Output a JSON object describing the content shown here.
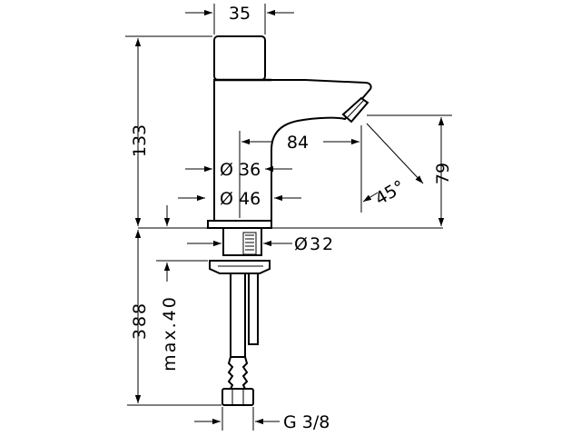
{
  "drawing": {
    "dimensions": {
      "spout_width": "35",
      "total_height": "133",
      "projection": "84",
      "body_diameter": "Ø 36",
      "base_diameter": "Ø 46",
      "spout_height": "79",
      "spray_angle": "45°",
      "hole_diameter": "Ø32",
      "hose_length": "388",
      "max_thickness": "max.40",
      "thread": "G 3/8"
    }
  }
}
